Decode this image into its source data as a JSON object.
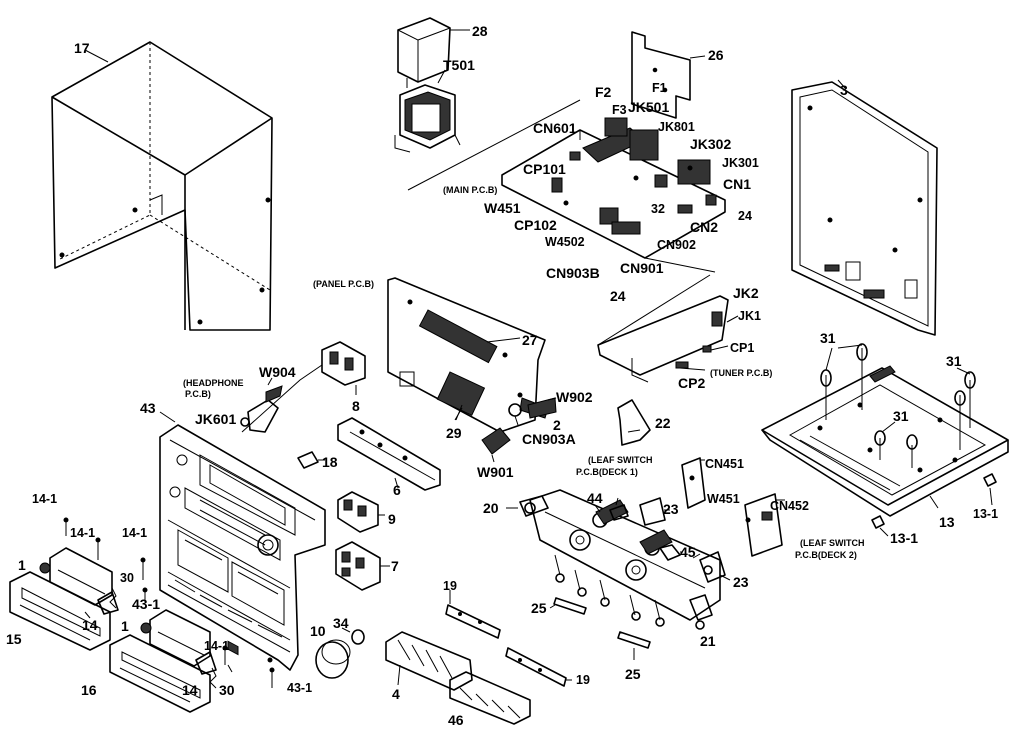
{
  "labels": {
    "p17": "17",
    "p28": "28",
    "t501": "T501",
    "p26": "26",
    "f1": "F1",
    "f2": "F2",
    "f3": "F3",
    "jk501": "JK501",
    "jk801": "JK801",
    "jk302": "JK302",
    "jk301": "JK301",
    "cn601": "CN601",
    "cp101": "CP101",
    "main_pcb": "(MAIN P.C.B)",
    "cn1": "CN1",
    "w451a": "W451",
    "p32": "32",
    "p24a": "24",
    "cp102": "CP102",
    "cn2": "CN2",
    "w4502": "W4502",
    "cn902": "CN902",
    "cn903b": "CN903B",
    "cn901": "CN901",
    "p24b": "24",
    "p3": "3",
    "panel_pcb": "(PANEL P.C.B)",
    "jk2": "JK2",
    "jk1": "JK1",
    "p27": "27",
    "cp1": "CP1",
    "tuner_pcb": "(TUNER P.C.B)",
    "cp2": "CP2",
    "p31a": "31",
    "p31b": "31",
    "p31c": "31",
    "w904": "W904",
    "headphone_pcb_1": "(HEADPHONE",
    "headphone_pcb_2": "P.C.B)",
    "p8": "8",
    "w902": "W902",
    "p43": "43",
    "jk601": "JK601",
    "p29": "29",
    "p2": "2",
    "p22": "22",
    "cn903a": "CN903A",
    "w901": "W901",
    "p18": "18",
    "cn451": "CN451",
    "leaf1_a": "(LEAF SWITCH",
    "leaf1_b": "P.C.B(DECK 1)",
    "p6": "6",
    "p44": "44",
    "w451b": "W451",
    "cn452": "CN452",
    "p20": "20",
    "p23a": "23",
    "p13": "13",
    "p13_1a": "13-1",
    "p13_1b": "13-1",
    "p9": "9",
    "leaf2_a": "(LEAF SWITCH",
    "leaf2_b": "P.C.B(DECK 2)",
    "p14_1a": "14-1",
    "p14_1b": "14-1",
    "p14_1c": "14-1",
    "p45": "45",
    "p7": "7",
    "p1a": "1",
    "p30a": "30",
    "p23b": "23",
    "p43_1a": "43-1",
    "p19a": "19",
    "p15": "15",
    "p14a": "14",
    "p25a": "25",
    "p10": "10",
    "p34": "34",
    "p1b": "1",
    "p14_1d": "14-1",
    "p21": "21",
    "p16": "16",
    "p14b": "14",
    "p30b": "30",
    "p4": "4",
    "p43_1b": "43-1",
    "p19b": "19",
    "p25b": "25",
    "p46": "46"
  }
}
